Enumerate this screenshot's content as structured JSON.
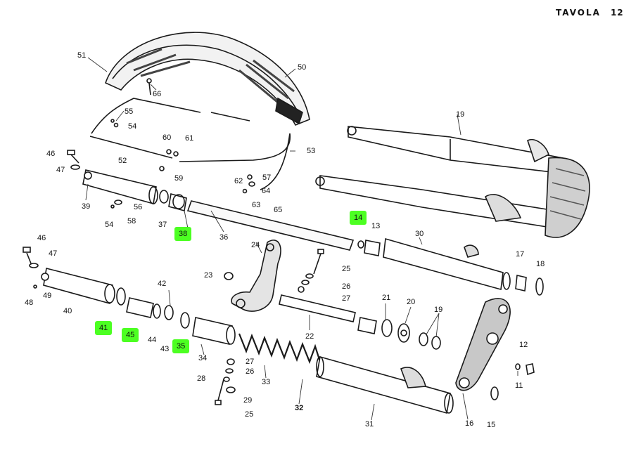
{
  "header": {
    "word": "TAVOLA",
    "number": "12"
  },
  "colors": {
    "highlight": "#4cff22",
    "ink": "#1a1a1a"
  },
  "labels": {
    "l51": "51",
    "l50": "50",
    "l66": "66",
    "l55": "55",
    "l54a": "54",
    "l52": "52",
    "l60": "60",
    "l61": "61",
    "l53": "53",
    "l59": "59",
    "l46a": "46",
    "l47a": "47",
    "l39": "39",
    "l56": "56",
    "l58": "58",
    "l54b": "54",
    "l37": "37",
    "l38": "38",
    "l62": "62",
    "l57": "57",
    "l64": "64",
    "l63": "63",
    "l65": "65",
    "l36": "36",
    "l19": "19",
    "l14": "14",
    "l13": "13",
    "l30": "30",
    "l17": "17",
    "l18": "18",
    "l46b": "46",
    "l47b": "47",
    "l24": "24",
    "l25a": "25",
    "l23": "23",
    "l26a": "26",
    "l27a": "27",
    "l48": "48",
    "l49": "49",
    "l40": "40",
    "l42": "42",
    "l22": "22",
    "l21": "21",
    "l20": "20",
    "l19b": "19",
    "l41": "41",
    "l45": "45",
    "l44": "44",
    "l43": "43",
    "l35": "35",
    "l34": "34",
    "l27b": "27",
    "l26b": "26",
    "l28": "28",
    "l33": "33",
    "l32": "32",
    "l29": "29",
    "l25b": "25",
    "l31": "31",
    "l12": "12",
    "l11": "11",
    "l16": "16",
    "l15": "15"
  }
}
